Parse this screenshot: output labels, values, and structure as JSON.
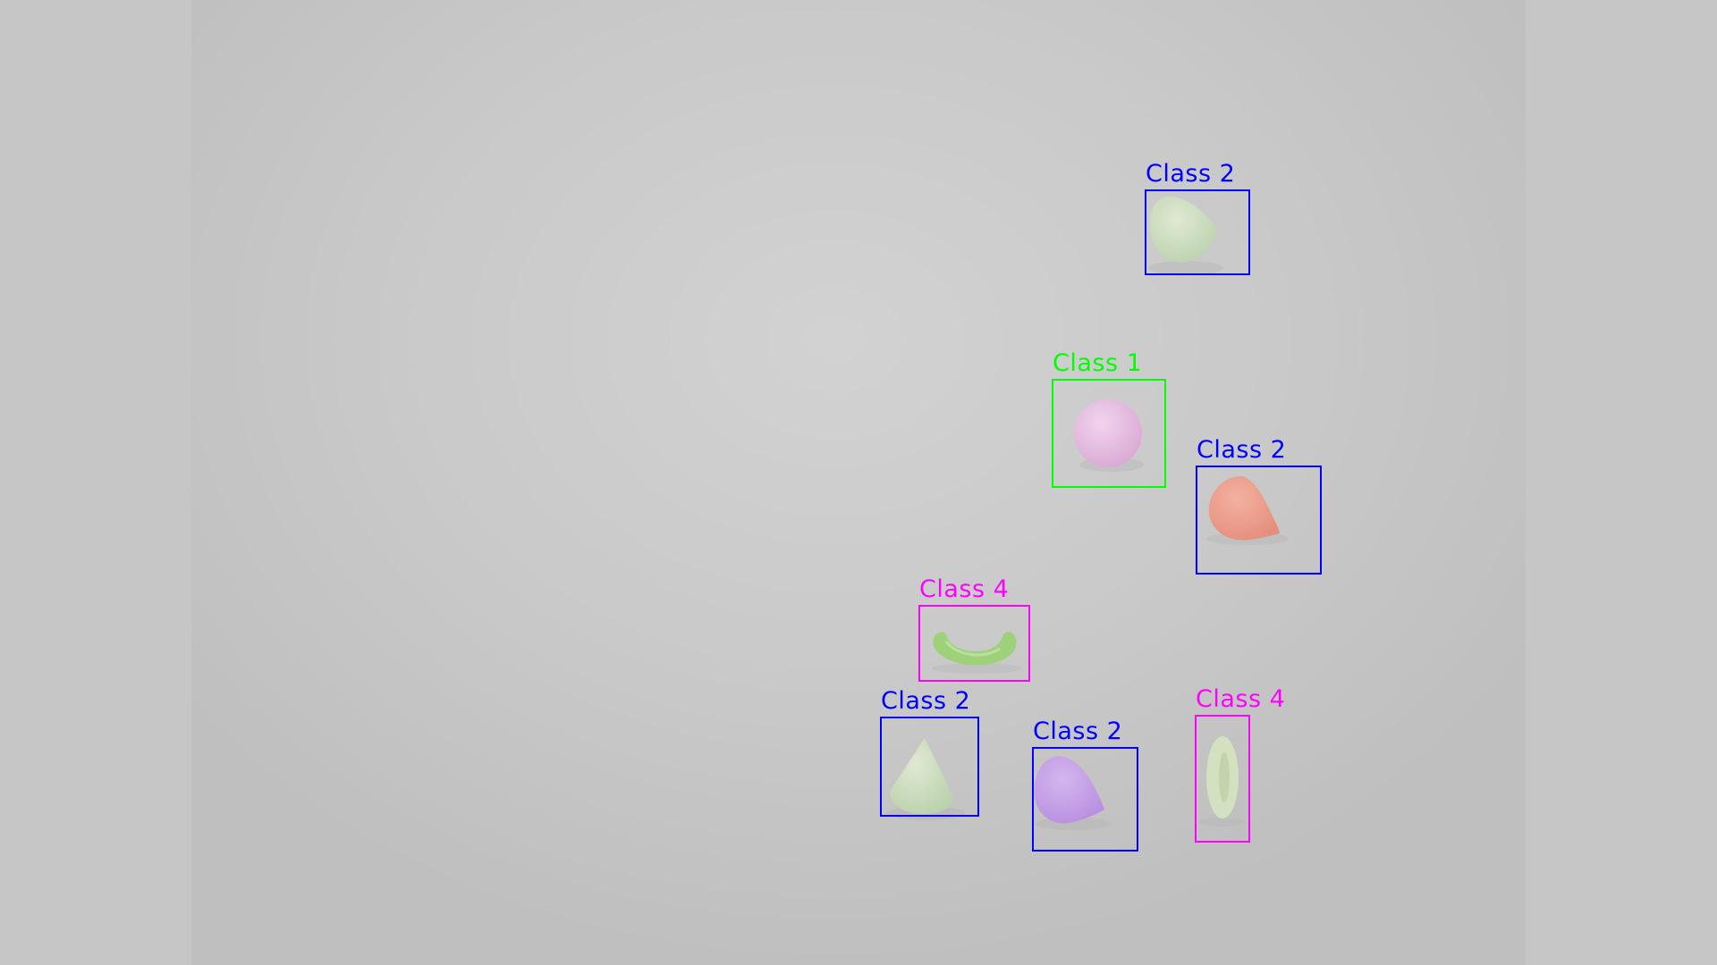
{
  "detections": [
    {
      "label": "Class 2",
      "class_id": 2,
      "object": "green cone",
      "color": "#0000ff"
    },
    {
      "label": "Class 1",
      "class_id": 1,
      "object": "pink sphere",
      "color": "#00ff00"
    },
    {
      "label": "Class 2",
      "class_id": 2,
      "object": "salmon cone",
      "color": "#0000ff"
    },
    {
      "label": "Class 4",
      "class_id": 4,
      "object": "green torus",
      "color": "#ff00ff"
    },
    {
      "label": "Class 2",
      "class_id": 2,
      "object": "green cone",
      "color": "#0000ff"
    },
    {
      "label": "Class 2",
      "class_id": 2,
      "object": "purple cone",
      "color": "#0000ff"
    },
    {
      "label": "Class 4",
      "class_id": 4,
      "object": "green torus",
      "color": "#ff00ff"
    }
  ],
  "class_colors": {
    "1": "#00ff00",
    "2": "#0000ff",
    "4": "#ff00ff"
  }
}
